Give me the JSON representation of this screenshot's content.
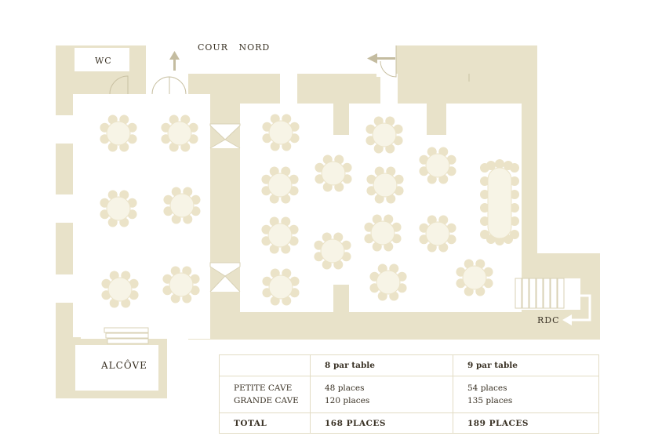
{
  "labels": {
    "wc": "WC",
    "cour_nord": "COUR   NORD",
    "alcove": "ALCÔVE",
    "rdc": "RDC"
  },
  "capacity_table": {
    "col_headers": [
      "",
      "8 par table",
      "9 par table"
    ],
    "rows": [
      {
        "room": "PETITE CAVE",
        "eight": "48 places",
        "nine": "54 places"
      },
      {
        "room": "GRANDE CAVE",
        "eight": "120 places",
        "nine": "135 places"
      }
    ],
    "total": {
      "label": "TOTAL",
      "eight": "168 PLACES",
      "nine": "189 PLACES"
    }
  },
  "colors": {
    "wall": "#e8e2c9",
    "floor": "#ffffff",
    "chair": "#ebe3c8",
    "table": "#f7f4e6",
    "text": "#3a3225"
  }
}
